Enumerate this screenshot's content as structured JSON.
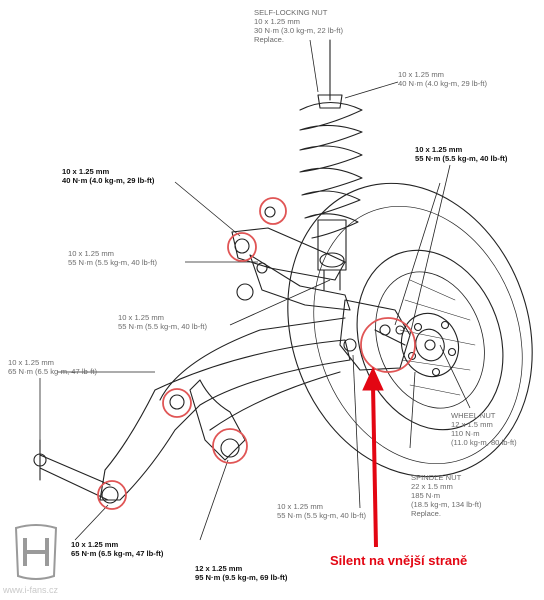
{
  "labels": {
    "self_locking_nut": {
      "title": "SELF-LOCKING NUT",
      "size": "10 x 1.25 mm",
      "torque": "30 N·m (3.0 kg-m, 22 lb-ft)",
      "note": "Replace."
    },
    "upper_right": {
      "size": "10 x 1.25 mm",
      "torque": "40 N·m (4.0 kg-m, 29 lb-ft)"
    },
    "upper_left_bold": {
      "size": "10 x 1.25 mm",
      "torque": "40 N·m (4.0 kg-m, 29 lb-ft)"
    },
    "right_mid_bold": {
      "size": "10 x 1.25 mm",
      "torque": "55 N·m (5.5 kg-m, 40 lb-ft)"
    },
    "left_55": {
      "size": "10 x 1.25 mm",
      "torque": "55 N·m (5.5 kg-m, 40 lb-ft)"
    },
    "mid_55": {
      "size": "10 x 1.25 mm",
      "torque": "55 N·m (5.5 kg-m, 40 lb-ft)"
    },
    "left_65": {
      "size": "10 x 1.25 mm",
      "torque": "65 N·m (6.5 kg-m, 47 lb-ft)"
    },
    "wheel_nut": {
      "title": "WHEEL NUT",
      "size": "12 x 1.5 mm",
      "torque": "110 N·m",
      "torque2": "(11.0 kg-m, 80 lb-ft)"
    },
    "spindle_nut": {
      "title": "SPINDLE NUT",
      "size": "22 x 1.5 mm",
      "torque": "185 N·m",
      "torque2": "(18.5 kg-m, 134 lb-ft)",
      "note": "Replace."
    },
    "bottom_55": {
      "size": "10 x 1.25 mm",
      "torque": "55 N·m (5.5 kg-m, 40 lb-ft)"
    },
    "bottom_65_bold": {
      "size": "10 x 1.25 mm",
      "torque": "65 N·m (6.5 kg-m, 47 lb-ft)"
    },
    "bottom_95_bold": {
      "size": "12 x 1.25 mm",
      "torque": "95 N·m (9.5 kg-m, 69 lb-ft)"
    }
  },
  "annotation": {
    "text": "Silent na vnější straně",
    "color": "#e30613"
  },
  "watermark": {
    "text": "www.i-fans.cz"
  },
  "logo": {
    "name": "honda-logo"
  },
  "colors": {
    "highlight_circle": "#e05555",
    "line_art": "#222222",
    "text_gray": "#6b6b6b"
  }
}
